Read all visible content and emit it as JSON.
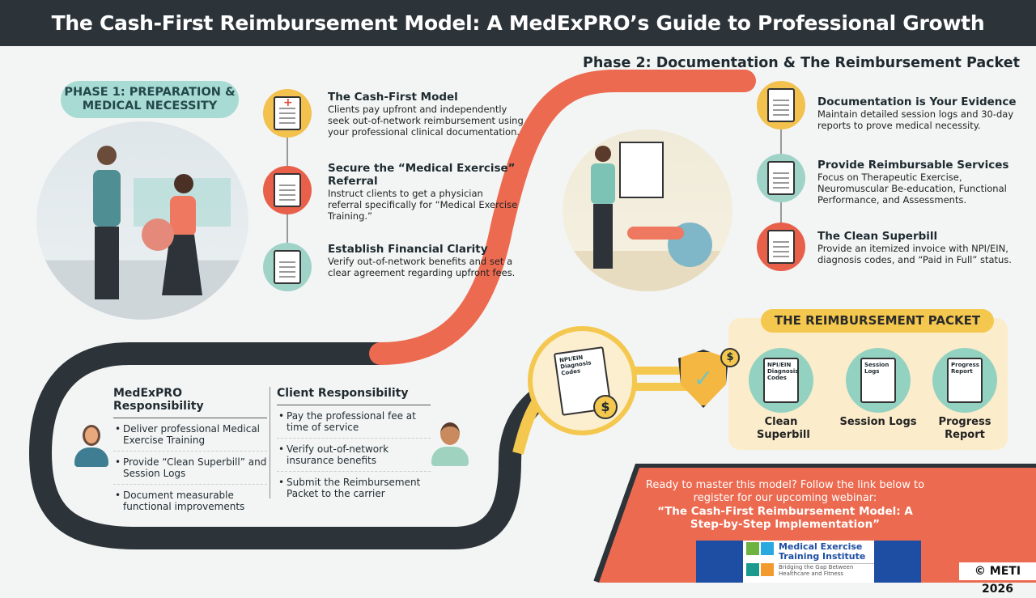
{
  "title": "The Cash-First Reimbursement Model: A MedExPRO’s Guide to Professional Growth",
  "phase1": {
    "label": "PHASE 1: PREPARATION & MEDICAL NECESSITY",
    "steps": [
      {
        "icon": "clipboard-medical-icon",
        "title": "The Cash-First Model",
        "desc": "Clients pay upfront and independently seek out-of-network reimbursement using your professional clinical documentation."
      },
      {
        "icon": "referral-stamp-icon",
        "title": "Secure the “Medical Exercise” Referral",
        "desc": "Instruct clients to get a physician referral specifically for “Medical Exercise Training.”"
      },
      {
        "icon": "handshake-calculator-icon",
        "title": "Establish Financial Clarity",
        "desc": "Verify out-of-network benefits and set a clear agreement regarding upfront fees."
      }
    ]
  },
  "phase2": {
    "label": "Phase 2: Documentation & The Reimbursement Packet",
    "steps": [
      {
        "icon": "notebook-clock-dumbbell-icon",
        "title": "Documentation is Your Evidence",
        "desc": "Maintain detailed session logs and 30-day reports to prove medical necessity."
      },
      {
        "icon": "document-magnifier-icon",
        "title": "Provide Reimbursable Services",
        "desc": "Focus on Therapeutic Exercise, Neuromuscular Be-education, Functional Performance, and Assessments."
      },
      {
        "icon": "superbill-paid-icon",
        "title": "The Clean Superbill",
        "desc": "Provide an itemized invoice with NPI/EIN, diagnosis codes, and “Paid in Full” status."
      }
    ]
  },
  "packet": {
    "title": "THE REIMBURSEMENT PACKET",
    "doc_text": "NPI/EIN Diagnosis Codes",
    "items": [
      {
        "label": "Clean Superbill",
        "doc": "NPI/EIN Diagnosis Codes"
      },
      {
        "label": "Session Logs",
        "doc": "Session Logs"
      },
      {
        "label": "Progress Report",
        "doc": "Progress Report"
      }
    ]
  },
  "responsibility": {
    "medexpro": {
      "header": "MedExPRO Responsibility",
      "items": [
        "Deliver professional Medical Exercise Training",
        "Provide “Clean Superbill” and Session Logs",
        "Document measurable functional improvements"
      ]
    },
    "client": {
      "header": "Client Responsibility",
      "items": [
        "Pay the professional fee at time of service",
        "Verify out-of-network insurance benefits",
        "Submit the Reimbursement Packet to the carrier"
      ]
    }
  },
  "cta": {
    "text": "Ready to master this model? Follow the link below to register for our upcoming webinar:",
    "webinar": "“The Cash-First Reimbursement Model: A Step-by-Step Implementation”"
  },
  "logo": {
    "name_line1": "Medical Exercise",
    "name_line2": "Training Institute",
    "tagline": "Bridging the Gap Between Healthcare and Fitness"
  },
  "copyright": "© METI 2026",
  "colors": {
    "dark": "#2c3339",
    "coral": "#ec6a50",
    "teal": "#93d2c1",
    "yellow": "#f4c84e"
  }
}
